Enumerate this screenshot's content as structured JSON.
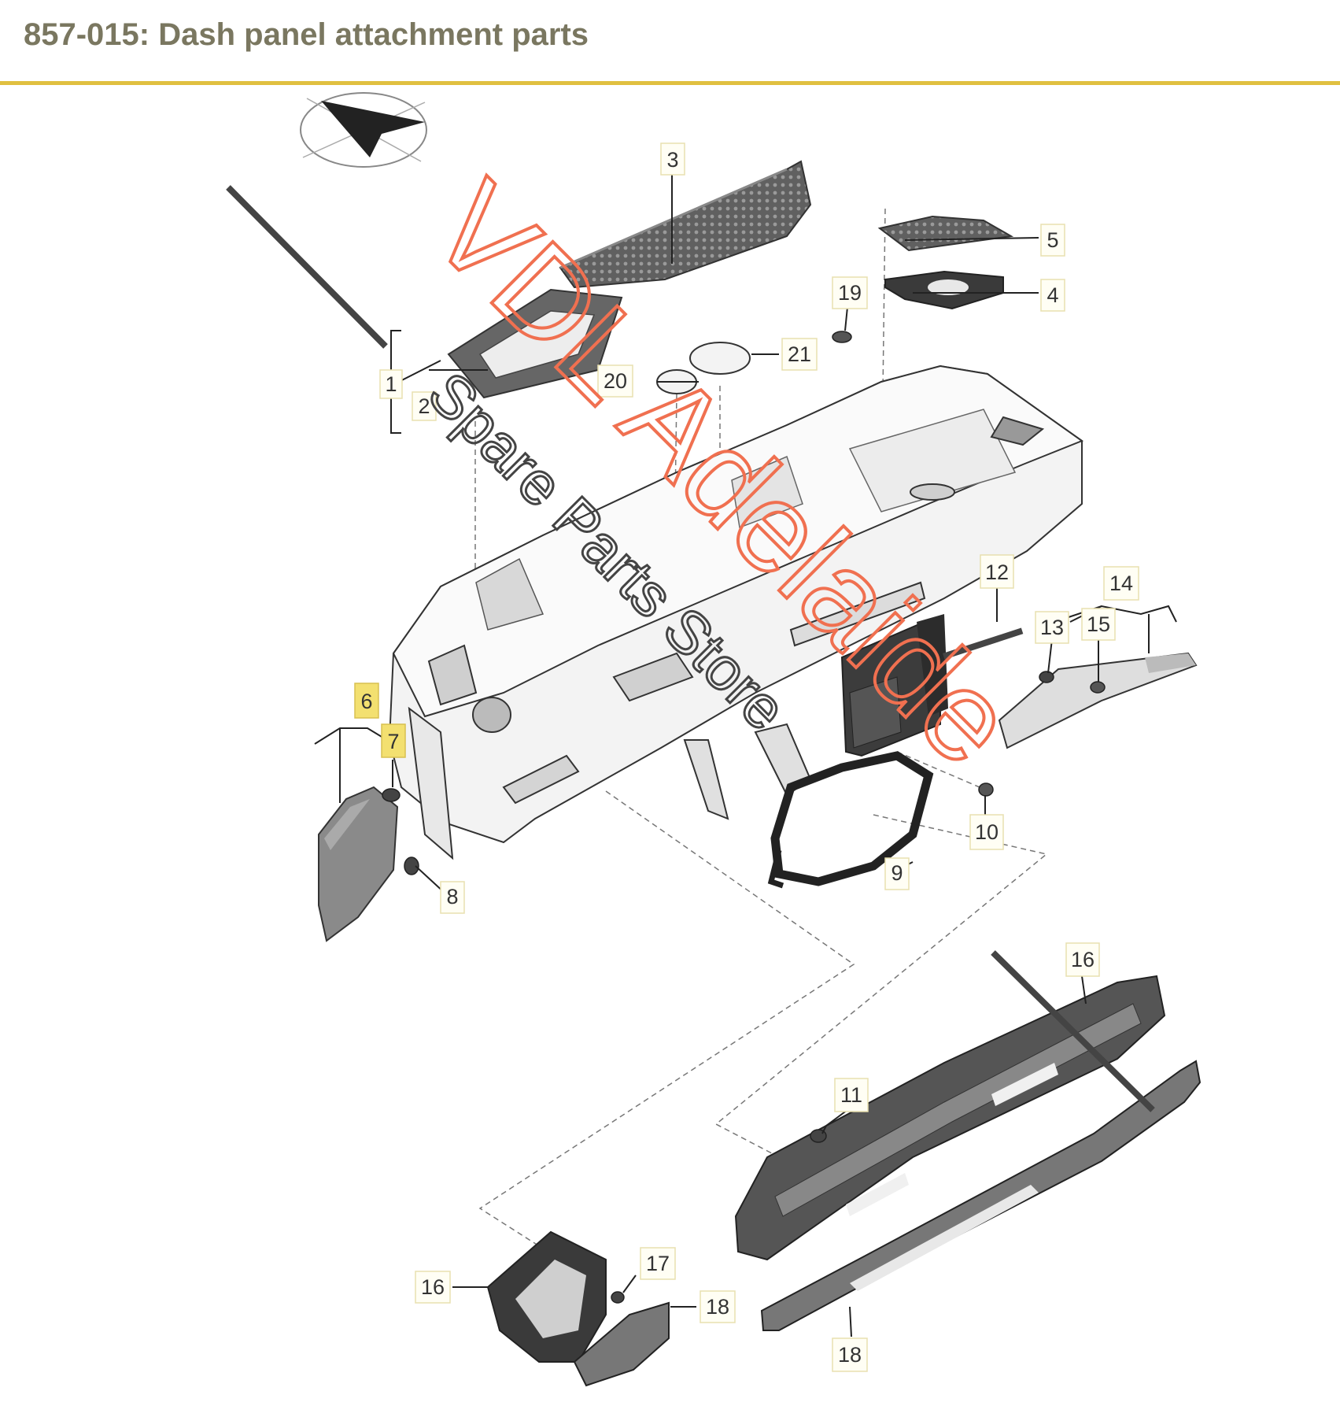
{
  "header": {
    "title": "857-015: Dash panel attachment parts",
    "accent_color": "#e0c040"
  },
  "watermark": {
    "line1": "VDL Adelaide",
    "line2": "Spare Parts Store",
    "line1_color": "#f07050",
    "line2_color": "#444444"
  },
  "callouts": [
    {
      "id": "c1",
      "label": "1",
      "highlighted": false
    },
    {
      "id": "c2",
      "label": "2",
      "highlighted": false
    },
    {
      "id": "c3",
      "label": "3",
      "highlighted": false
    },
    {
      "id": "c4",
      "label": "4",
      "highlighted": false
    },
    {
      "id": "c5",
      "label": "5",
      "highlighted": false
    },
    {
      "id": "c6",
      "label": "6",
      "highlighted": true
    },
    {
      "id": "c7",
      "label": "7",
      "highlighted": true
    },
    {
      "id": "c8",
      "label": "8",
      "highlighted": false
    },
    {
      "id": "c9",
      "label": "9",
      "highlighted": false
    },
    {
      "id": "c10",
      "label": "10",
      "highlighted": false
    },
    {
      "id": "c11",
      "label": "11",
      "highlighted": false
    },
    {
      "id": "c12",
      "label": "12",
      "highlighted": false
    },
    {
      "id": "c13",
      "label": "13",
      "highlighted": false
    },
    {
      "id": "c14",
      "label": "14",
      "highlighted": false
    },
    {
      "id": "c15",
      "label": "15",
      "highlighted": false
    },
    {
      "id": "c16a",
      "label": "16",
      "highlighted": false
    },
    {
      "id": "c16b",
      "label": "16",
      "highlighted": false
    },
    {
      "id": "c17",
      "label": "17",
      "highlighted": false
    },
    {
      "id": "c18a",
      "label": "18",
      "highlighted": false
    },
    {
      "id": "c18b",
      "label": "18",
      "highlighted": false
    },
    {
      "id": "c19",
      "label": "19",
      "highlighted": false
    },
    {
      "id": "c20",
      "label": "20",
      "highlighted": false
    },
    {
      "id": "c21",
      "label": "21",
      "highlighted": false
    }
  ],
  "colors": {
    "callout_highlight": "#f3e070",
    "part_dark": "#555555",
    "part_light": "#f2f2f2"
  }
}
